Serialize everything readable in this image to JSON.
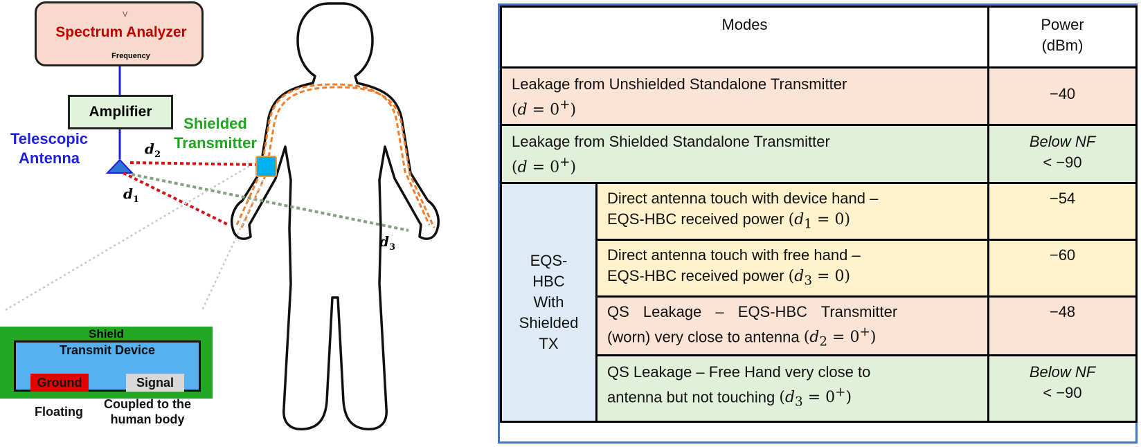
{
  "diagram": {
    "spectrum_analyzer": {
      "title": "Spectrum Analyzer",
      "axis_v": "V",
      "axis_x": "Frequency"
    },
    "amplifier": "Amplifier",
    "antenna_label": [
      "Telescopic",
      "Antenna"
    ],
    "transmitter_label": [
      "Shielded",
      "Transmitter"
    ],
    "distances": {
      "d1": "d",
      "d1_sub": "1",
      "d2": "d",
      "d2_sub": "2",
      "d3": "d",
      "d3_sub": "3"
    },
    "inset": {
      "shield": "Shield",
      "device": "Transmit Device",
      "ground": "Ground",
      "signal": "Signal",
      "floating": "Floating",
      "coupled": [
        "Coupled to the",
        "human body"
      ]
    },
    "colors": {
      "antenna": "#1f1fe0",
      "transmitter_label": "#1fa51f",
      "analyzer_text": "#c00000",
      "wire": "#ee7f2d",
      "d1_d2_line": "#e01010",
      "d3_line": "#7fa37f"
    }
  },
  "table": {
    "headers": {
      "modes": "Modes",
      "power": [
        "Power",
        "(dBm)"
      ]
    },
    "group_label": [
      "EQS-",
      "HBC",
      "With",
      "Shielded",
      "TX"
    ],
    "rows": [
      {
        "text": [
          "Leakage from Unshielded Standalone Transmitter"
        ],
        "cond": {
          "v": "d",
          "sub": "",
          "val": "0",
          "sup": "+"
        },
        "power": [
          "−40"
        ],
        "color": "#fbe4d6"
      },
      {
        "text": [
          "Leakage from Shielded Standalone Transmitter"
        ],
        "cond": {
          "v": "d",
          "sub": "",
          "val": "0",
          "sup": "+"
        },
        "power": [
          "Below NF",
          "< −90"
        ],
        "color": "#e2efd9"
      },
      {
        "text": [
          "Direct antenna touch with device hand –",
          "EQS-HBC received power"
        ],
        "cond": {
          "v": "d",
          "sub": "1",
          "val": "0",
          "sup": ""
        },
        "power": [
          "−54"
        ],
        "color": "#fff2cc"
      },
      {
        "text": [
          "Direct antenna touch with free hand –",
          "EQS-HBC received power"
        ],
        "cond": {
          "v": "d",
          "sub": "3",
          "val": "0",
          "sup": ""
        },
        "power": [
          "−60"
        ],
        "color": "#fff2cc"
      },
      {
        "text": [
          "QS Leakage – EQS-HBC Transmitter",
          "(worn) very close to antenna"
        ],
        "cond": {
          "v": "d",
          "sub": "2",
          "val": "0",
          "sup": "+"
        },
        "power": [
          "−48"
        ],
        "color": "#fbe4d6"
      },
      {
        "text": [
          "QS Leakage – Free Hand very close to",
          "antenna but not touching"
        ],
        "cond": {
          "v": "d",
          "sub": "3",
          "val": "0",
          "sup": "+"
        },
        "power": [
          "Below NF",
          "< −90"
        ],
        "color": "#e2efd9"
      }
    ]
  }
}
